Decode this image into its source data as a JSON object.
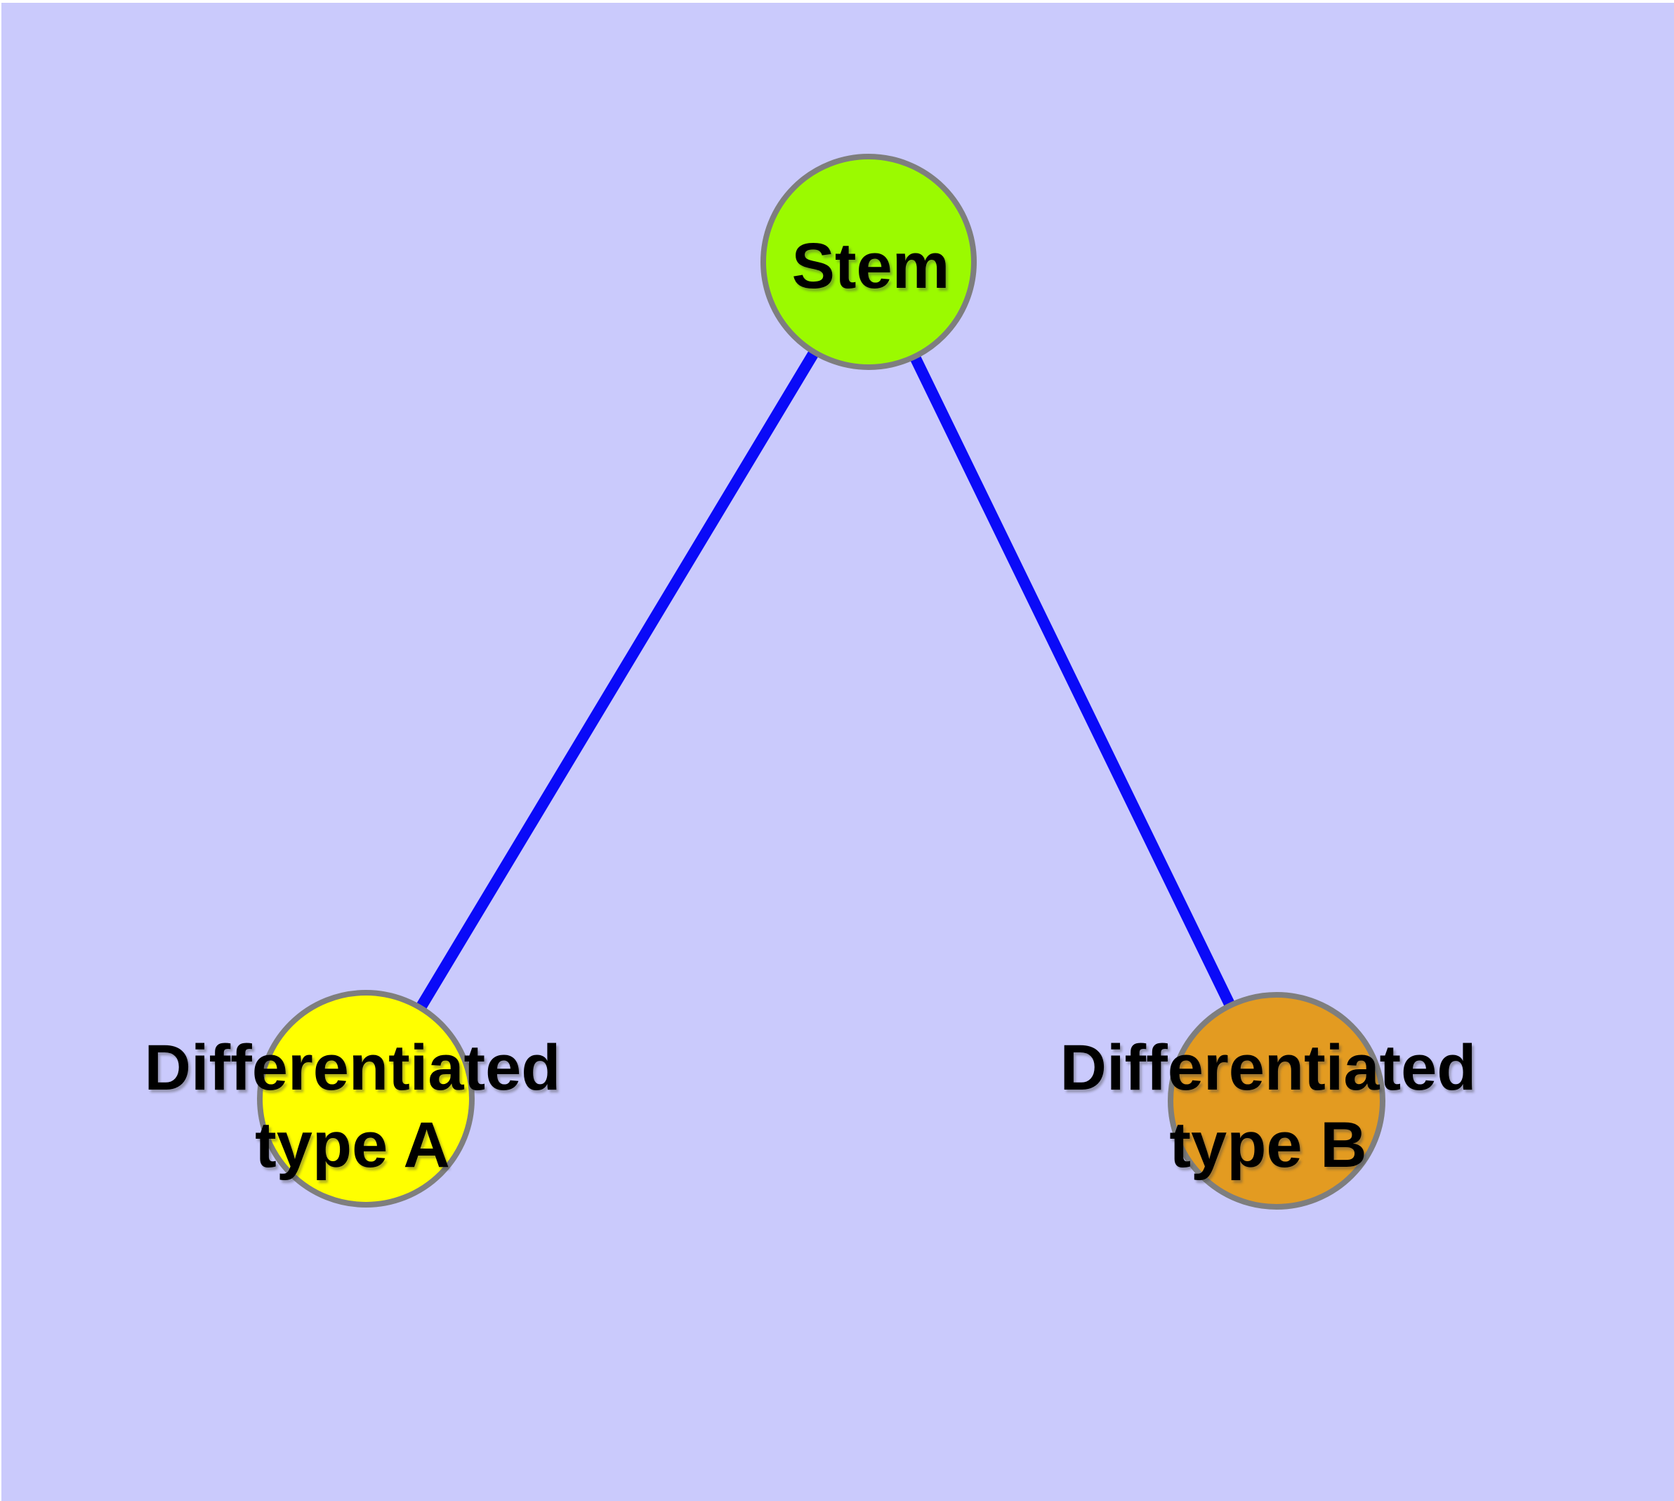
{
  "diagram": {
    "background_color": "#CACAFC",
    "edge_color": "#0A0AF8",
    "node_border_color": "#7E7E7E",
    "label_color": "#000000",
    "nodes": [
      {
        "id": "stem",
        "label_lines": [
          "Stem"
        ],
        "fill": "#9BFA00"
      },
      {
        "id": "type-a",
        "label_lines": [
          "Differentiated",
          "type A"
        ],
        "fill": "#FFFF00"
      },
      {
        "id": "type-b",
        "label_lines": [
          "Differentiated",
          "type B"
        ],
        "fill": "#E39B21"
      }
    ],
    "edges": [
      {
        "from": "Stem",
        "to": "Differentiated type A"
      },
      {
        "from": "Stem",
        "to": "Differentiated type B"
      }
    ]
  }
}
